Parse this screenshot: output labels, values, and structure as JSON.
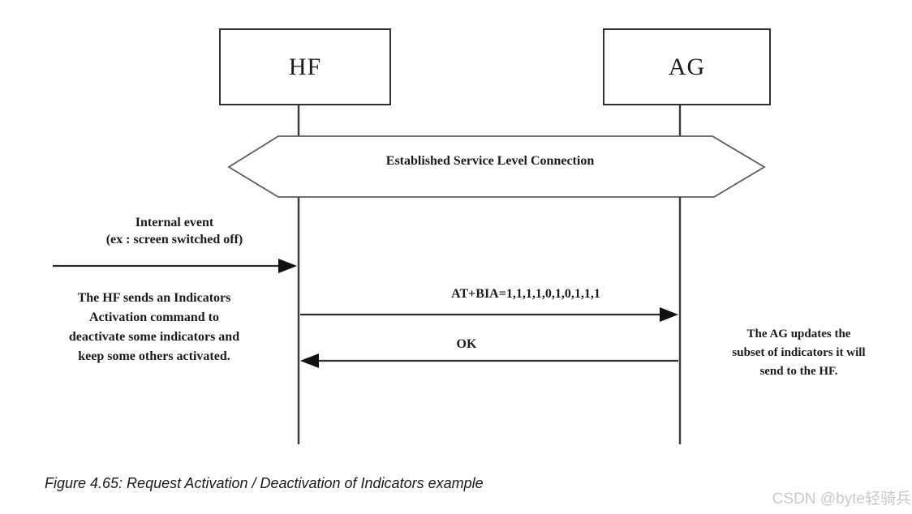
{
  "diagram": {
    "type": "sequence-diagram",
    "participants": [
      {
        "id": "hf",
        "label": "HF"
      },
      {
        "id": "ag",
        "label": "AG"
      }
    ],
    "banner": {
      "label": "Established Service Level Connection",
      "shape": "hexagon"
    },
    "messages": [
      {
        "label": "Internal event\n(ex : screen switched off)",
        "from": "external",
        "to": "HF",
        "direction": "right"
      },
      {
        "label": "AT+BIA=1,1,1,1,0,1,0,1,1,1",
        "from": "HF",
        "to": "AG",
        "direction": "right"
      },
      {
        "label": "OK",
        "from": "AG",
        "to": "HF",
        "direction": "left"
      }
    ],
    "notes": [
      {
        "side": "left",
        "text": "The HF sends an Indicators\nActivation command to\ndeactivate some indicators and\nkeep some others activated."
      },
      {
        "side": "right",
        "text": "The AG updates the\nsubset of indicators it will\nsend to the HF."
      }
    ]
  },
  "caption": "Figure 4.65: Request Activation / Deactivation of Indicators example",
  "watermark": "CSDN @byte轻骑兵",
  "colors": {
    "line": "#3a3a3a",
    "hexagon_stroke": "#5c5c5c",
    "text": "#1b1b1b",
    "watermark": "#c9c9c9",
    "background": "#ffffff"
  }
}
